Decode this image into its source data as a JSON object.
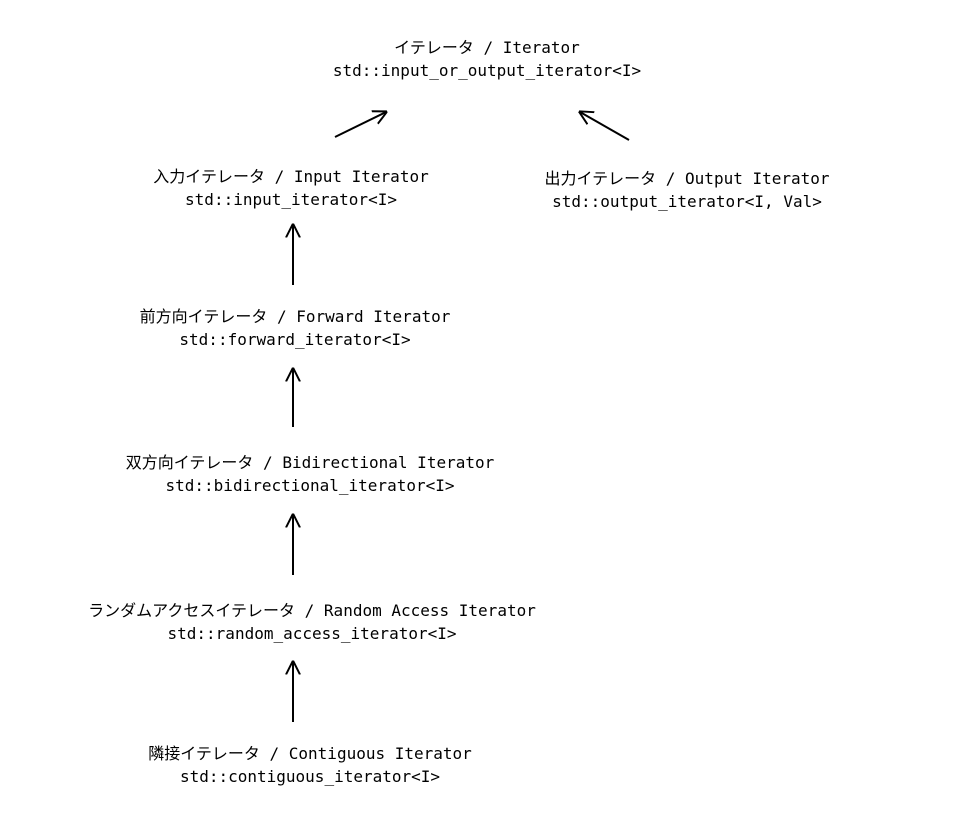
{
  "nodes": {
    "iterator": {
      "name": "イテレータ / Iterator",
      "concept": "std::input_or_output_iterator<I>"
    },
    "input": {
      "name": "入力イテレータ / Input Iterator",
      "concept": "std::input_iterator<I>"
    },
    "output": {
      "name": "出力イテレータ / Output Iterator",
      "concept": "std::output_iterator<I, Val>"
    },
    "forward": {
      "name": "前方向イテレータ / Forward Iterator",
      "concept": "std::forward_iterator<I>"
    },
    "bidirectional": {
      "name": "双方向イテレータ / Bidirectional Iterator",
      "concept": "std::bidirectional_iterator<I>"
    },
    "random_access": {
      "name": "ランダムアクセスイテレータ / Random Access Iterator",
      "concept": "std::random_access_iterator<I>"
    },
    "contiguous": {
      "name": "隣接イテレータ / Contiguous Iterator",
      "concept": "std::contiguous_iterator<I>"
    }
  },
  "edges": [
    {
      "from": "input",
      "to": "iterator"
    },
    {
      "from": "output",
      "to": "iterator"
    },
    {
      "from": "forward",
      "to": "input"
    },
    {
      "from": "bidirectional",
      "to": "forward"
    },
    {
      "from": "random_access",
      "to": "bidirectional"
    },
    {
      "from": "contiguous",
      "to": "random_access"
    }
  ],
  "colors": {
    "text": "#000000",
    "arrow": "#000000",
    "background": "#ffffff"
  }
}
